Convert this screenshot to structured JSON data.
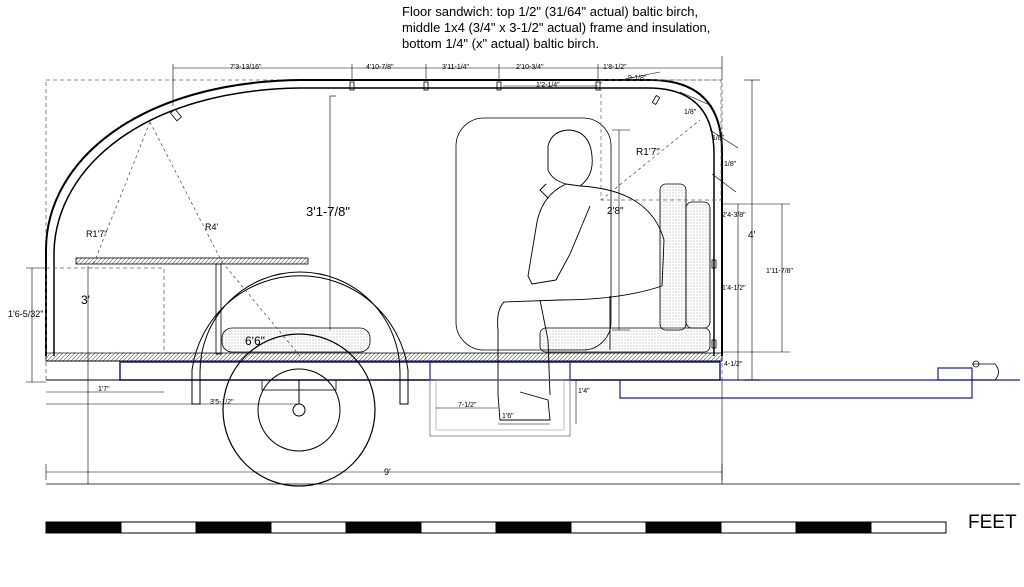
{
  "note_lines": [
    "Floor sandwich: top 1/2\" (31/64\" actual) baltic birch,",
    "middle 1x4 (3/4\" x 3-1/2\" actual) frame and insulation,",
    "bottom 1/4\" (x\" actual) baltic birch."
  ],
  "scale_label": "FEET",
  "scale_segments": 12,
  "dims": {
    "top_chain": [
      "7'3-13/16\"",
      "4'10-7/8\"",
      "3'11-1/4\"",
      "2'10-3/4\"",
      "1'8-1/2\""
    ],
    "top_sub_1": "1'2-1/4\"",
    "top_sub_2": "9-1/8\"",
    "right_a": "1/8\"",
    "right_b": "1/8\"",
    "right_c": "1/8\"",
    "r_hatch": "R1'7\"",
    "hatch_height": "2'8\"",
    "interior_height": "3'1-7/8\"",
    "r_front": "R1'7\"",
    "r_arc": "R4'",
    "table_height": "3'",
    "left_height": "1'6-5/32\"",
    "bed": "6'6\"",
    "left_small": "1'7\"",
    "axle": "3'5-1/2\"",
    "footwell_depth": "7-1/2\"",
    "footwell_width": "1'6\"",
    "footwell_drop": "1'4\"",
    "total_length": "9'",
    "overall_height": "4'",
    "right_mid": "2'4-3/8\"",
    "right_tall": "1'11-7/8\"",
    "right_low": "1'4-1/2\"",
    "right_floor": "4-1/2\""
  }
}
